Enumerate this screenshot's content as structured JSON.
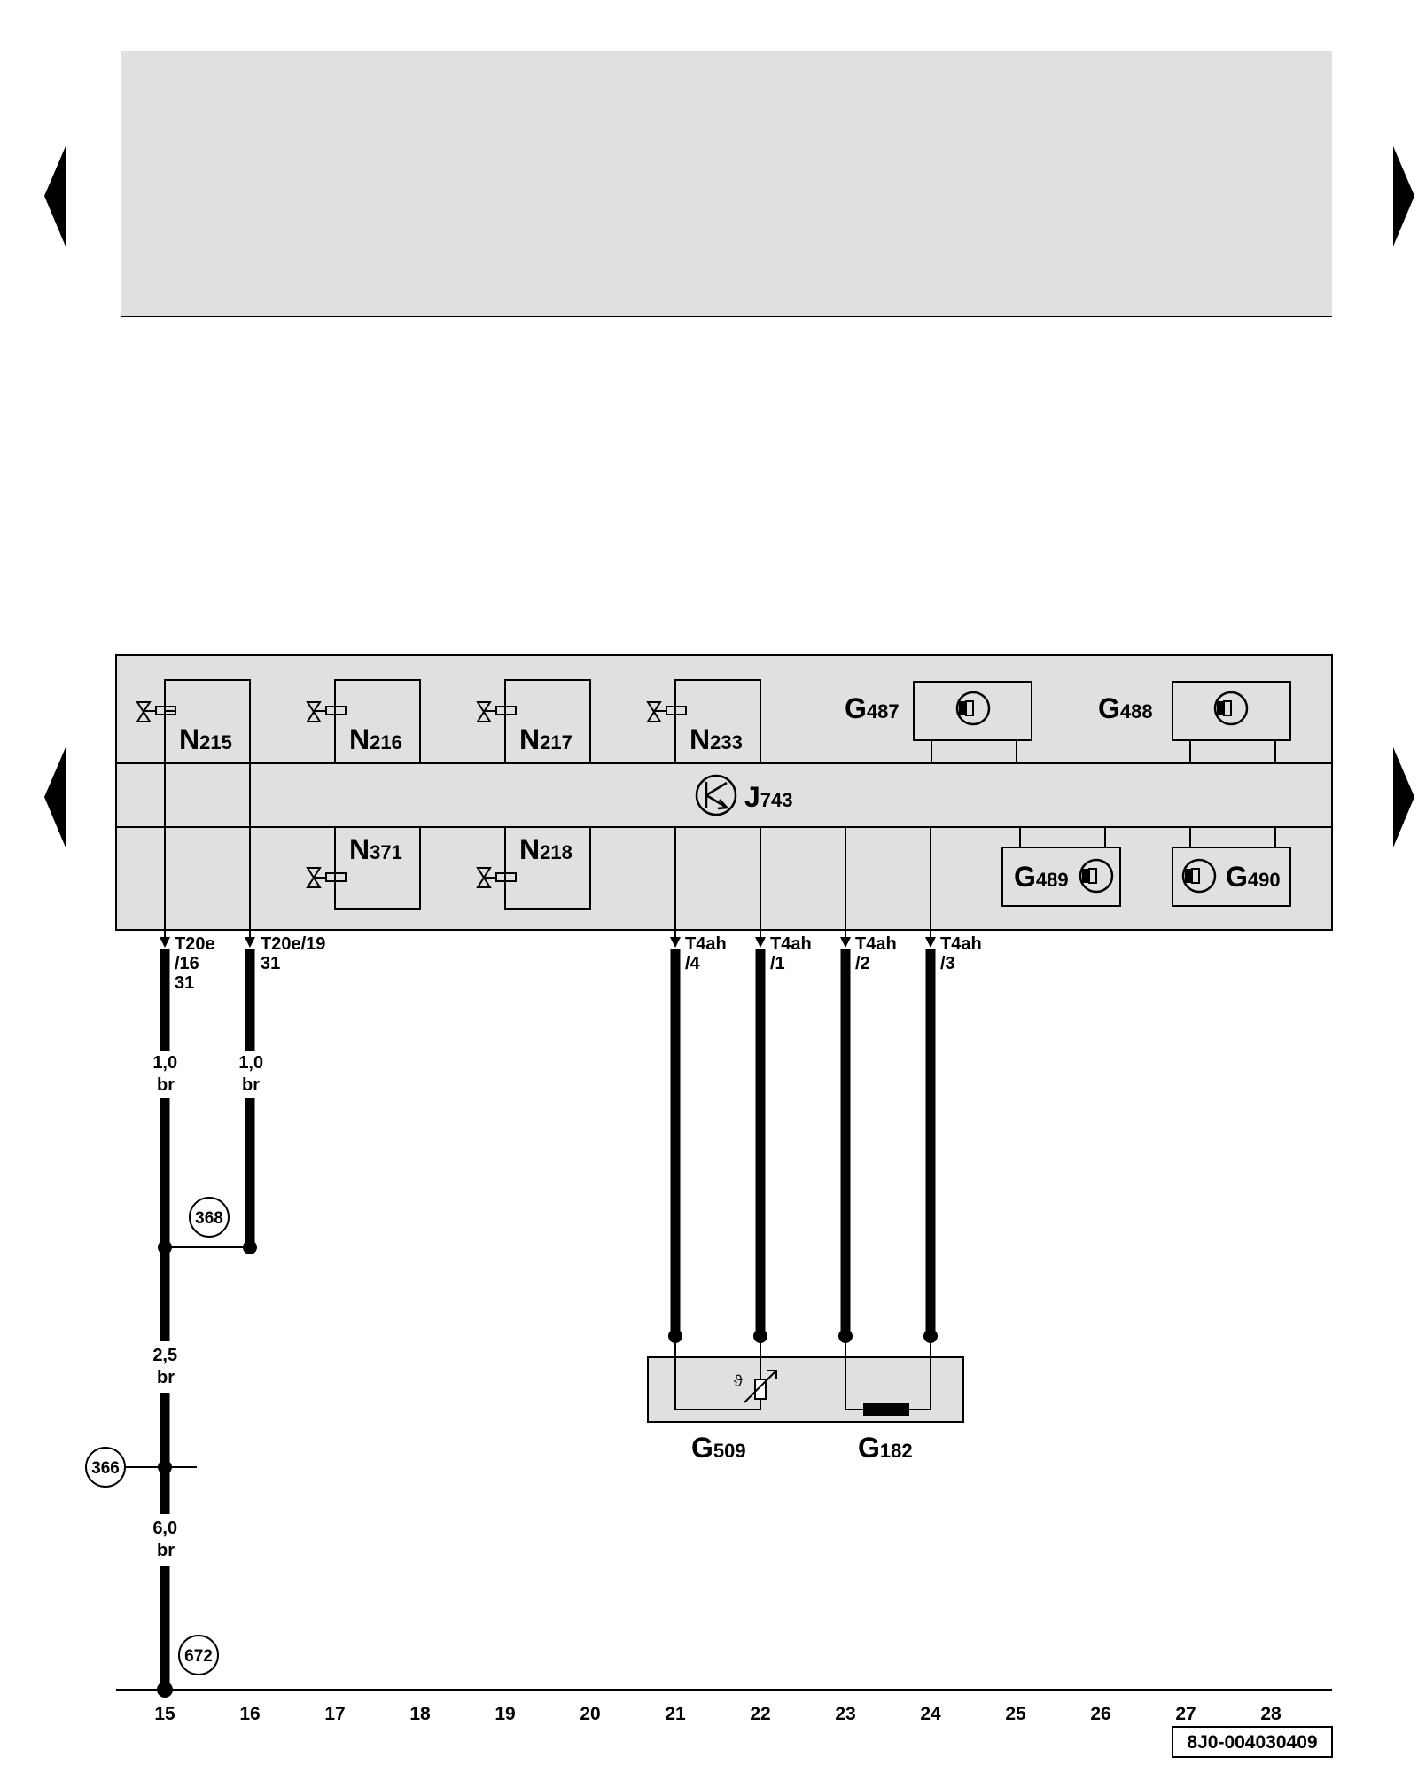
{
  "components": {
    "N215": {
      "letter": "N",
      "num": "215"
    },
    "N216": {
      "letter": "N",
      "num": "216"
    },
    "N217": {
      "letter": "N",
      "num": "217"
    },
    "N233": {
      "letter": "N",
      "num": "233"
    },
    "N371": {
      "letter": "N",
      "num": "371"
    },
    "N218": {
      "letter": "N",
      "num": "218"
    },
    "G487": {
      "letter": "G",
      "num": "487"
    },
    "G488": {
      "letter": "G",
      "num": "488"
    },
    "G489": {
      "letter": "G",
      "num": "489"
    },
    "G490": {
      "letter": "G",
      "num": "490"
    },
    "J743": {
      "letter": "J",
      "num": "743"
    },
    "G509": {
      "letter": "G",
      "num": "509"
    },
    "G182": {
      "letter": "G",
      "num": "182"
    }
  },
  "connectors": {
    "c15": [
      "T20e",
      "/16",
      "31"
    ],
    "c16": [
      "T20e/19",
      "31"
    ],
    "c21": [
      "T4ah",
      "/4"
    ],
    "c22": [
      "T4ah",
      "/1"
    ],
    "c23": [
      "T4ah",
      "/2"
    ],
    "c24": [
      "T4ah",
      "/3"
    ]
  },
  "wire_specs": {
    "w15a": [
      "1,0",
      "br"
    ],
    "w16a": [
      "1,0",
      "br"
    ],
    "w15b": [
      "2,5",
      "br"
    ],
    "w15c": [
      "6,0",
      "br"
    ]
  },
  "ground_points": {
    "p368": "368",
    "p366": "366",
    "p672": "672"
  },
  "columns": [
    "15",
    "16",
    "17",
    "18",
    "19",
    "20",
    "21",
    "22",
    "23",
    "24",
    "25",
    "26",
    "27",
    "28"
  ],
  "drawing_id": "8J0-004030409",
  "colors": {
    "panel": "#e0e0e0",
    "line": "#000000",
    "page": "#ffffff"
  }
}
